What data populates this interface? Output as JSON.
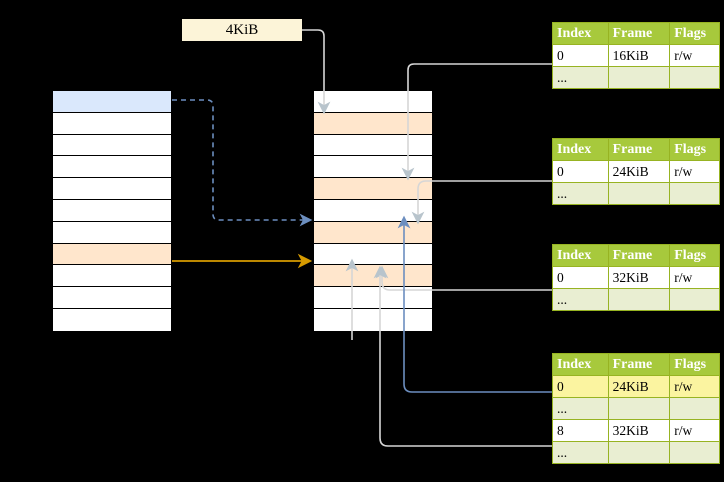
{
  "diagram": {
    "title_label": "4KiB",
    "left_column": {
      "name": "virtual-address-space",
      "row_count": 11,
      "rows": [
        {
          "index": 0,
          "fill": "blue"
        },
        {
          "index": 1,
          "fill": "white"
        },
        {
          "index": 2,
          "fill": "white"
        },
        {
          "index": 3,
          "fill": "white"
        },
        {
          "index": 4,
          "fill": "white"
        },
        {
          "index": 5,
          "fill": "white"
        },
        {
          "index": 6,
          "fill": "white"
        },
        {
          "index": 7,
          "fill": "orange"
        },
        {
          "index": 8,
          "fill": "white"
        },
        {
          "index": 9,
          "fill": "white"
        },
        {
          "index": 10,
          "fill": "white"
        }
      ]
    },
    "middle_column": {
      "name": "physical-memory",
      "row_count": 11,
      "rows": [
        {
          "index": 0,
          "fill": "white"
        },
        {
          "index": 1,
          "fill": "orange"
        },
        {
          "index": 2,
          "fill": "white"
        },
        {
          "index": 3,
          "fill": "white"
        },
        {
          "index": 4,
          "fill": "orange"
        },
        {
          "index": 5,
          "fill": "white"
        },
        {
          "index": 6,
          "fill": "orange"
        },
        {
          "index": 7,
          "fill": "white"
        },
        {
          "index": 8,
          "fill": "orange"
        },
        {
          "index": 9,
          "fill": "white"
        },
        {
          "index": 10,
          "fill": "white"
        }
      ]
    },
    "page_tables": [
      {
        "id": "page-table-1",
        "headers": [
          "Index",
          "Frame",
          "Flags"
        ],
        "rows": [
          {
            "cells": [
              "0",
              "16KiB",
              "r/w"
            ],
            "kind": "data",
            "highlight": false
          },
          {
            "cells": [
              "...",
              "",
              ""
            ],
            "kind": "ellipsis",
            "highlight": false
          }
        ]
      },
      {
        "id": "page-table-2",
        "headers": [
          "Index",
          "Frame",
          "Flags"
        ],
        "rows": [
          {
            "cells": [
              "0",
              "24KiB",
              "r/w"
            ],
            "kind": "data",
            "highlight": false
          },
          {
            "cells": [
              "...",
              "",
              ""
            ],
            "kind": "ellipsis",
            "highlight": false
          }
        ]
      },
      {
        "id": "page-table-3",
        "headers": [
          "Index",
          "Frame",
          "Flags"
        ],
        "rows": [
          {
            "cells": [
              "0",
              "32KiB",
              "r/w"
            ],
            "kind": "data",
            "highlight": false
          },
          {
            "cells": [
              "...",
              "",
              ""
            ],
            "kind": "ellipsis",
            "highlight": false
          }
        ]
      },
      {
        "id": "page-table-4",
        "headers": [
          "Index",
          "Frame",
          "Flags"
        ],
        "rows": [
          {
            "cells": [
              "0",
              "24KiB",
              "r/w"
            ],
            "kind": "data",
            "highlight": true
          },
          {
            "cells": [
              "...",
              "",
              ""
            ],
            "kind": "ellipsis",
            "highlight": false
          },
          {
            "cells": [
              "8",
              "32KiB",
              "r/w"
            ],
            "kind": "data",
            "highlight": false
          },
          {
            "cells": [
              "...",
              "",
              ""
            ],
            "kind": "ellipsis",
            "highlight": false
          }
        ]
      }
    ],
    "colors": {
      "background": "#000000",
      "table_header": "#a7c93c",
      "table_header_text": "#ffffff",
      "table_border": "#97b322",
      "ellipsis_row": "#e9eed2",
      "highlight_cell": "#fbf4a0",
      "blue_cell": "#dae8fc",
      "orange_cell": "#ffe6cc",
      "label_box": "#fcf4d8",
      "blue_arrow": "#6c8ebf",
      "orange_arrow": "#d79b00",
      "gray_arrow": "#b8c4cc",
      "gray_wire": "#d6d6d6"
    }
  }
}
